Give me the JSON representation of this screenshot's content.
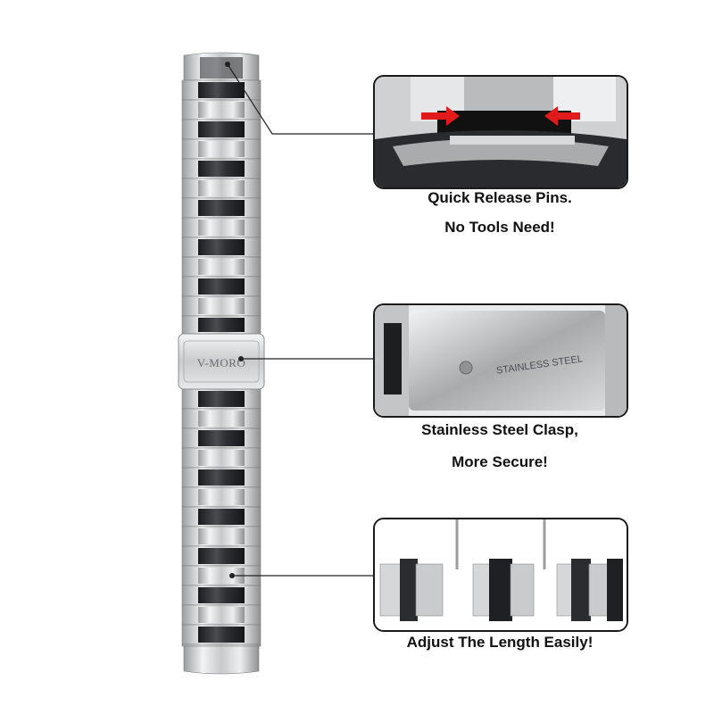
{
  "band": {
    "logo": "V-MORO"
  },
  "callouts": [
    {
      "caption_lines": [
        "Quick Release Pins.",
        "No Tools Need!"
      ]
    },
    {
      "caption_lines": [
        "Stainless Steel Clasp,",
        "More Secure!"
      ],
      "engraving": "STAINLESS STEEL"
    },
    {
      "caption_lines": [
        "Adjust The Length Easily!"
      ]
    }
  ],
  "colors": {
    "steel_light": "#d9dbdd",
    "steel_dark": "#2a2c2f",
    "arrow_red": "#e11b1b",
    "frame": "#1a1a1a"
  }
}
